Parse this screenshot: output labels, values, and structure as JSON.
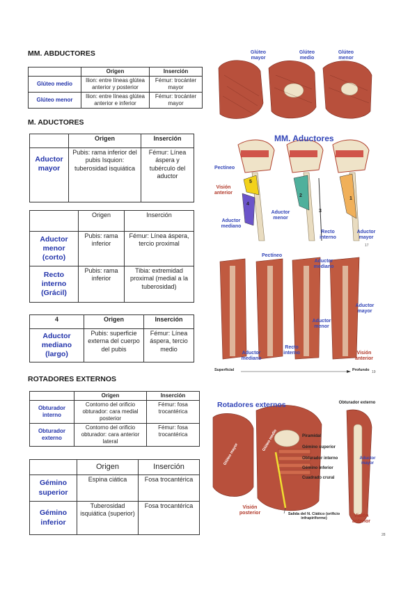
{
  "sections": {
    "abductores": "MM. ABDUCTORES",
    "aductores": "M. ADUCTORES",
    "rotadores": "ROTADORES EXTERNOS"
  },
  "table1": {
    "headers": [
      "",
      "Origen",
      "Inserción"
    ],
    "rows": [
      [
        "Glúteo medio",
        "Ilion: entre líneas glútea anterior y posterior",
        "Fémur: trocánter mayor"
      ],
      [
        "Glúteo menor",
        "Ilion: entre líneas glútea anterior e inferior",
        "Fémur: trocánter mayor"
      ]
    ]
  },
  "table2": {
    "headers": [
      "",
      "Origen",
      "Inserción"
    ],
    "rows": [
      [
        "Aductor mayor",
        "Pubis: rama inferior del pubis Isquion: tuberosidad isquiática",
        "Fémur: Línea áspera y tubérculo del aductor"
      ]
    ]
  },
  "table3": {
    "headers": [
      "",
      "Origen",
      "Inserción"
    ],
    "rows": [
      [
        "Aductor menor (corto)",
        "Pubis: rama inferior",
        "Fémur: Línea áspera, tercio proximal"
      ],
      [
        "Recto interno (Grácil)",
        "Pubis: rama inferior",
        "Tibia: extremidad proximal (medial a la tuberosidad)"
      ]
    ]
  },
  "table4": {
    "headers": [
      "4",
      "Origen",
      "Inserción"
    ],
    "rows": [
      [
        "Aductor mediano (largo)",
        "Pubis: superficie externa del cuerpo del pubis",
        "Fémur: Línea áspera, tercio medio"
      ]
    ]
  },
  "table5": {
    "headers": [
      "",
      "Origen",
      "Inserción"
    ],
    "rows": [
      [
        "Obturador interno",
        "Contorno del orificio obturador: cara medial posterior",
        "Fémur: fosa trocantérica"
      ],
      [
        "Obturador externo",
        "Contorno del orificio obturador: cara anterior lateral",
        "Fémur: fosa trocantérica"
      ]
    ]
  },
  "table6": {
    "headers": [
      "",
      "Origen",
      "Inserción"
    ],
    "rows": [
      [
        "Gémino superior",
        "Espina ciática",
        "Fosa trocantérica"
      ],
      [
        "Gémino inferior",
        "Tuberosidad isquiática (superior)",
        "Fosa trocantérica"
      ]
    ]
  },
  "fig1": {
    "labels": [
      "Glúteo mayor",
      "Glúteo medio",
      "Glúteo menor"
    ]
  },
  "fig2": {
    "title": "MM. Aductores",
    "labels": [
      "Pectíneo",
      "Visión anterior",
      "Aductor mediano",
      "Aductor menor",
      "Recto interno",
      "Aductor mayor"
    ],
    "numbers": [
      "5",
      "4",
      "2",
      "3",
      "1"
    ],
    "page": "17"
  },
  "fig3": {
    "labels": [
      "Pectíneo",
      "Aductor mediano",
      "Aductor mayor",
      "Aductor menor",
      "Aductor mediano",
      "Recto interno",
      "Visión anterior"
    ],
    "axis_left": "Superficial",
    "axis_right": "Profundo",
    "page": "19"
  },
  "fig4": {
    "title": "Rotadores externos",
    "labels": [
      "Obturador externo",
      "Piramidal",
      "Gémino superior",
      "Obturador interno",
      "Gémino inferior",
      "Cuadrado crural",
      "Aductor mayor",
      "Glúteo mayor",
      "Glúteo medio",
      "Visión posterior",
      "Salida del N. Ciático (orificio infrapiriforme)",
      "Visión anterior"
    ],
    "page": "28"
  },
  "colors": {
    "accent": "#3346b8",
    "muscle": "#b8503c",
    "bone": "#efe3c8"
  }
}
